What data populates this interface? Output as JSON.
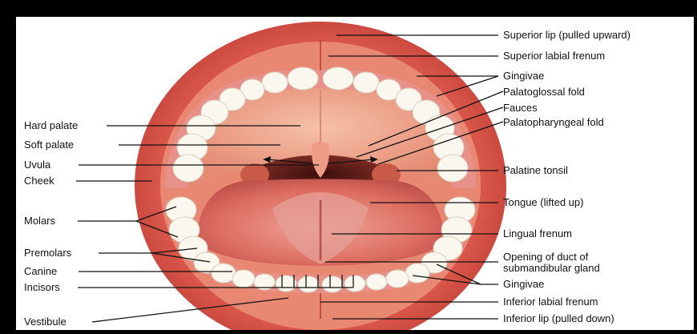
{
  "labels_left": [
    {
      "key": "hard_palate",
      "text": "Hard palate"
    },
    {
      "key": "soft_palate",
      "text": "Soft palate"
    },
    {
      "key": "uvula",
      "text": "Uvula"
    },
    {
      "key": "cheek",
      "text": "Cheek"
    },
    {
      "key": "molars",
      "text": "Molars"
    },
    {
      "key": "premolars",
      "text": "Premolars"
    },
    {
      "key": "canine",
      "text": "Canine"
    },
    {
      "key": "incisors",
      "text": "Incisors"
    },
    {
      "key": "vestibule",
      "text": "Vestibule"
    }
  ],
  "labels_right": [
    {
      "key": "superior_lip",
      "text": "Superior lip (pulled upward)"
    },
    {
      "key": "superior_labial_frenum",
      "text": "Superior labial frenum"
    },
    {
      "key": "gingivae_upper",
      "text": "Gingivae"
    },
    {
      "key": "palatoglossal_fold",
      "text": "Palatoglossal fold"
    },
    {
      "key": "fauces",
      "text": "Fauces"
    },
    {
      "key": "palatopharyngeal_fold",
      "text": "Palatopharyngeal fold"
    },
    {
      "key": "palatine_tonsil",
      "text": "Palatine tonsil"
    },
    {
      "key": "tongue",
      "text": "Tongue (lifted up)"
    },
    {
      "key": "lingual_frenum",
      "text": "Lingual frenum"
    },
    {
      "key": "duct_opening_line1",
      "text": "Opening of duct of"
    },
    {
      "key": "duct_opening_line2",
      "text": "submandibular gland"
    },
    {
      "key": "gingivae_lower",
      "text": "Gingivae"
    },
    {
      "key": "inferior_labial_frenum",
      "text": "Inferior labial frenum"
    },
    {
      "key": "inferior_lip",
      "text": "Inferior lip (pulled down)"
    }
  ],
  "colors": {
    "frame": "#000000",
    "background": "#ffffff",
    "lip": "#d9534a",
    "lip_dark": "#b8352f",
    "mucosa": "#e67a66",
    "palate": "#efa48e",
    "tongue": "#e2776c",
    "tongue_dark": "#c9574f",
    "teeth": "#faf7ef",
    "throat": "#5a1d1a",
    "lines": "#111111"
  }
}
